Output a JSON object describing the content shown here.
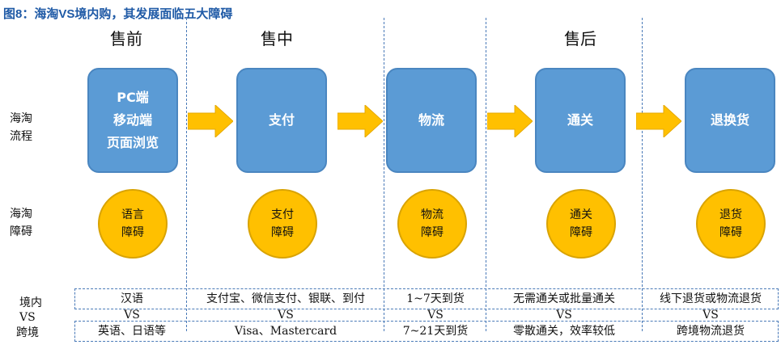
{
  "title": "图8：海淘VS境内购，其发展面临五大障碍",
  "stages": [
    "售前",
    "售中",
    "售后"
  ],
  "row_labels": {
    "flow": "海淘\n流程",
    "barrier": "海淘\n障碍",
    "compare_top": "境内",
    "compare_mid": "VS",
    "compare_bottom": "跨境"
  },
  "steps": [
    {
      "label": "PC端\n移动端\n页面浏览",
      "barrier": "语言\n障碍",
      "domestic": "汉语",
      "vs": "VS",
      "cross": "英语、日语等"
    },
    {
      "label": "支付",
      "barrier": "支付\n障碍",
      "domestic": "支付宝、微信支付、银联、到付",
      "vs": "VS",
      "cross": "Visa、Mastercard"
    },
    {
      "label": "物流",
      "barrier": "物流\n障碍",
      "domestic": "1~7天到货",
      "vs": "VS",
      "cross": "7~21天到货"
    },
    {
      "label": "通关",
      "barrier": "通关\n障碍",
      "domestic": "无需通关或批量通关",
      "vs": "VS",
      "cross": "零散通关，效率较低"
    },
    {
      "label": "退换货",
      "barrier": "退货\n障碍",
      "domestic": "线下退货或物流退货",
      "vs": "VS",
      "cross": "跨境物流退货"
    }
  ],
  "colors": {
    "box": "#5b9bd5",
    "arrow": "#ffc000",
    "circle": "#ffc000",
    "title": "#1f5aa6",
    "dash": "#4a7ab8"
  }
}
